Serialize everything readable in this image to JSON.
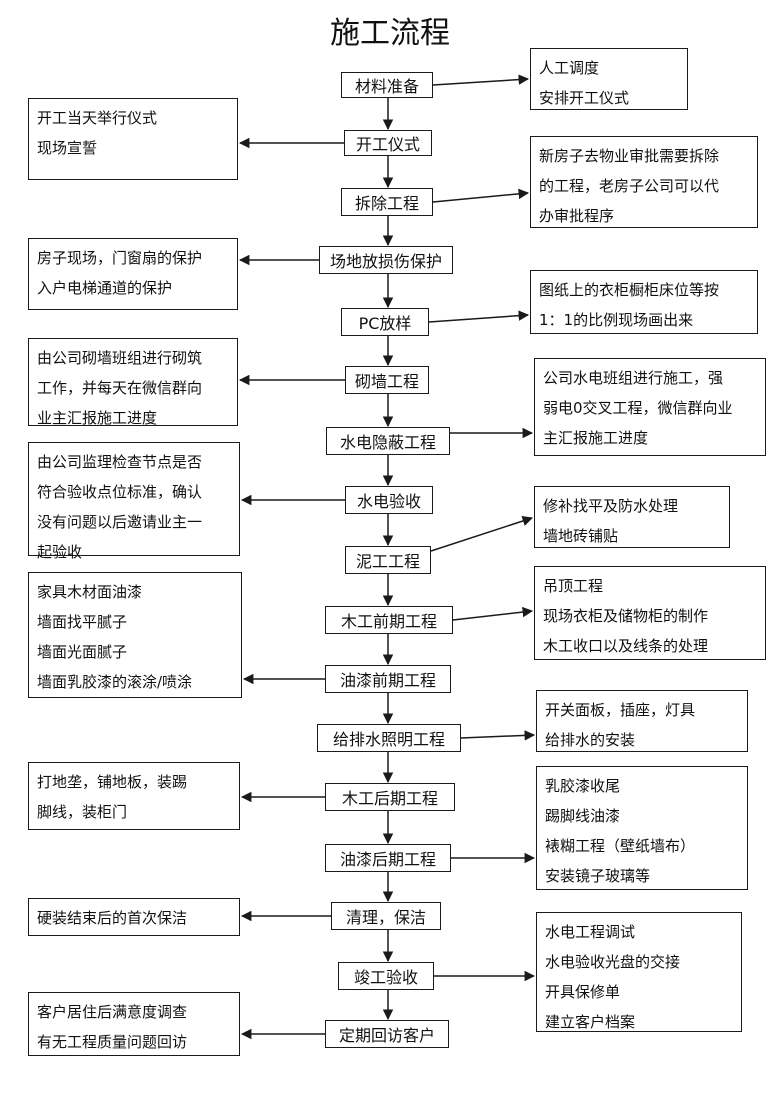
{
  "title": "施工流程",
  "steps": [
    "材料准备",
    "开工仪式",
    "拆除工程",
    "场地放损伤保护",
    "PC放样",
    "砌墙工程",
    "水电隐蔽工程",
    "水电验收",
    "泥工工程",
    "木工前期工程",
    "油漆前期工程",
    "给排水照明工程",
    "木工后期工程",
    "油漆后期工程",
    "清理，保洁",
    "竣工验收",
    "定期回访客户"
  ],
  "notes": [
    {
      "lines": [
        "人工调度",
        "安排开工仪式"
      ]
    },
    {
      "lines": [
        "开工当天举行仪式",
        "现场宣誓"
      ]
    },
    {
      "lines": [
        "新房子去物业审批需要拆除",
        "的工程，老房子公司可以代",
        "办审批程序"
      ]
    },
    {
      "lines": [
        "房子现场，门窗扇的保护",
        "入户电梯通道的保护"
      ]
    },
    {
      "lines": [
        "图纸上的衣柜橱柜床位等按",
        "1：1的比例现场画出来"
      ]
    },
    {
      "lines": [
        "由公司砌墙班组进行砌筑",
        "工作，并每天在微信群向",
        "业主汇报施工进度"
      ]
    },
    {
      "lines": [
        "公司水电班组进行施工，强",
        "弱电0交叉工程，微信群向业",
        "主汇报施工进度"
      ]
    },
    {
      "lines": [
        "由公司监理检查节点是否",
        "符合验收点位标准，确认",
        "没有问题以后邀请业主一",
        "起验收"
      ]
    },
    {
      "lines": [
        "修补找平及防水处理",
        "墙地砖铺贴"
      ]
    },
    {
      "lines": [
        "吊顶工程",
        "现场衣柜及储物柜的制作",
        "木工收口以及线条的处理"
      ]
    },
    {
      "lines": [
        "家具木材面油漆",
        "墙面找平腻子",
        "墙面光面腻子",
        "墙面乳胶漆的滚涂/喷涂"
      ]
    },
    {
      "lines": [
        "开关面板，插座，灯具",
        "给排水的安装"
      ]
    },
    {
      "lines": [
        "打地垄，铺地板，装踢",
        "脚线，装柜门"
      ]
    },
    {
      "lines": [
        "乳胶漆收尾",
        "踢脚线油漆",
        "裱糊工程（壁纸墙布）",
        "安装镜子玻璃等"
      ]
    },
    {
      "lines": [
        "硬装结束后的首次保洁"
      ]
    },
    {
      "lines": [
        "水电工程调试",
        "水电验收光盘的交接",
        "开具保修单",
        "建立客户档案"
      ]
    },
    {
      "lines": [
        "客户居住后满意度调查",
        "有无工程质量问题回访"
      ]
    }
  ]
}
